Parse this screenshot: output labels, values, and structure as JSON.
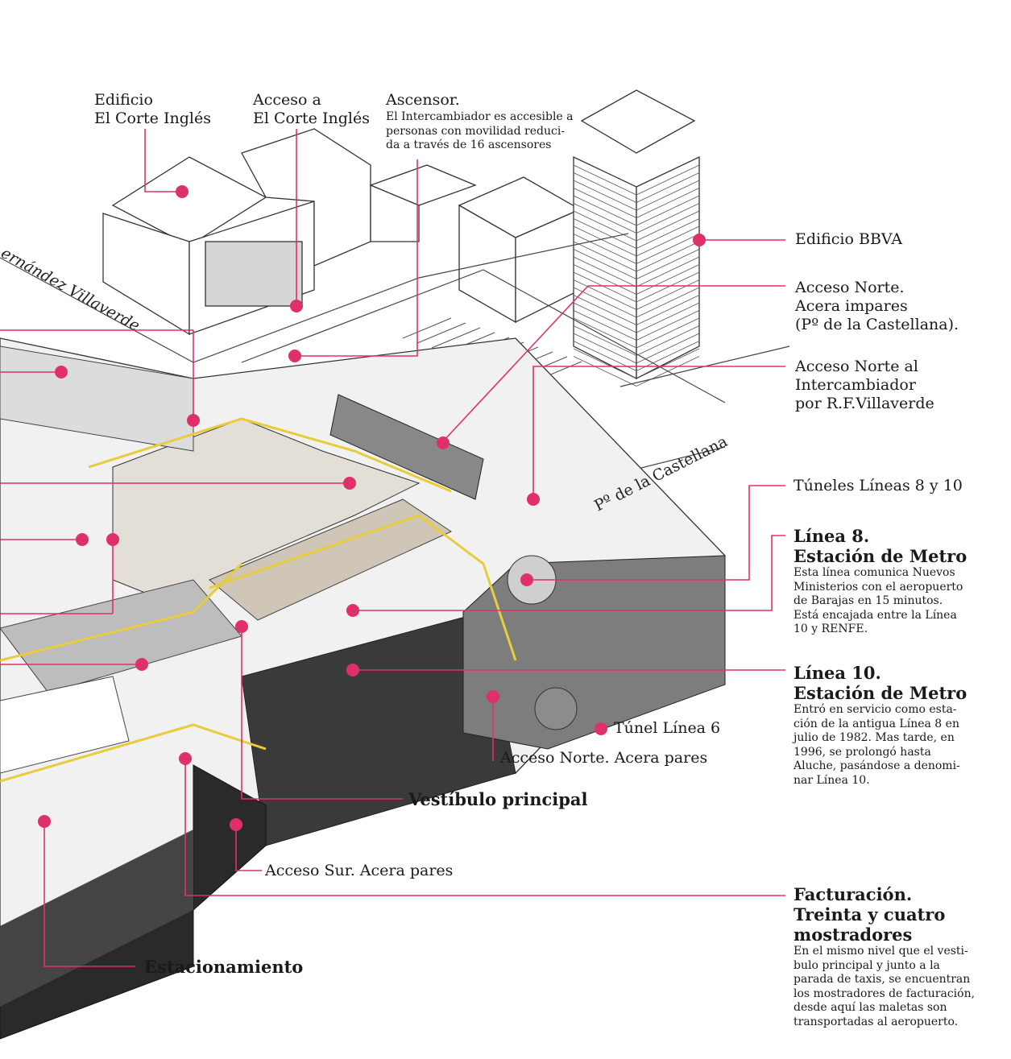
{
  "labels": {
    "edificio_corte_ingles": [
      "Edificio",
      "El Corte Inglés"
    ],
    "acceso_corte_ingles": [
      "Acceso a",
      "El Corte Inglés"
    ],
    "ascensor_title": "Ascensor.",
    "ascensor_text": [
      "El Intercambiador es accesible a",
      "personas con movilidad reduci-",
      "da a través de 16 ascensores"
    ],
    "edificio_bbva": "Edificio BBVA",
    "acceso_norte_impares": [
      "Acceso Norte.",
      "Acera impares",
      "(Pº de la Castellana)."
    ],
    "acceso_norte_intercambiador": [
      "Acceso Norte al",
      "Intercambiador",
      "por R.F.Villaverde"
    ],
    "tuneles_lineas": "Túneles Líneas 8 y 10",
    "linea8_title": [
      "Línea 8.",
      "Estación de Metro"
    ],
    "linea8_text": [
      "Esta línea comunica Nuevos",
      "Ministerios con el aeropuerto",
      "de Barajas en 15 minutos.",
      "Está encajada entre la Línea",
      "10 y RENFE."
    ],
    "linea10_title": [
      "Línea 10.",
      "Estación de Metro"
    ],
    "linea10_text": [
      "Entró en servicio como esta-",
      "ción de la antigua Línea 8 en",
      "julio de 1982. Mas tarde, en",
      "1996, se prolongó hasta",
      "Aluche, pasándose a denomi-",
      "nar Línea 10."
    ],
    "tunel_linea6": "Túnel Línea 6",
    "acceso_norte_pares": "Acceso Norte. Acera pares",
    "vestibulo_principal": "Vestíbulo principal",
    "acceso_sur_pares": "Acceso Sur. Acera pares",
    "facturacion_title": [
      "Facturación.",
      "Treinta y cuatro",
      "mostradores"
    ],
    "facturacion_text": [
      "En el mismo nivel que el vesti-",
      "bulo principal y junto a la",
      "parada de taxis, se encuentran",
      "los mostradores de facturación,",
      "desde aquí las maletas son",
      "transportadas al aeropuerto."
    ],
    "estacionamiento": "Estacionamiento",
    "street_villaverde": "ernández Villaverde",
    "street_castellana": "Pº de la Castellana"
  },
  "colors": {
    "accent": "#e0306a",
    "structure": "#8c8c8c",
    "ink": "#1a1a1a",
    "yellow": "#e8cc3a"
  }
}
